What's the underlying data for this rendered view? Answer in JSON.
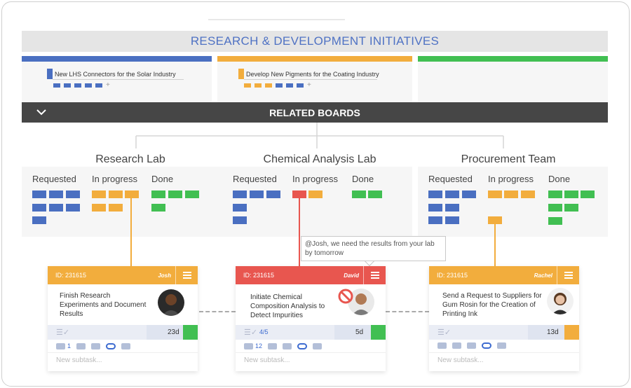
{
  "header": {
    "title": "RESEARCH & DEVELOPMENT INITIATIVES"
  },
  "initiatives": [
    {
      "name": "New LHS Connectors for the Solar Industry",
      "color": "#4a6fc1"
    },
    {
      "name": "Develop New Pigments for the Coating Industry",
      "color": "#f2ad3d"
    },
    {
      "name": "",
      "color": "#41bf52"
    }
  ],
  "related": {
    "title": "RELATED BOARDS",
    "toggle_icon": "chevron-down-icon"
  },
  "boards": [
    {
      "title": "Research Lab",
      "columns": [
        "Requested",
        "In progress",
        "Done"
      ]
    },
    {
      "title": "Chemical Analysis Lab",
      "columns": [
        "Requested",
        "In progress",
        "Done"
      ]
    },
    {
      "title": "Procurement Team",
      "columns": [
        "Requested",
        "In progress",
        "Done"
      ]
    }
  ],
  "tooltip": {
    "text": "@Josh, we need the results from your lab by tomorrow"
  },
  "cards": [
    {
      "id": "ID: 231615",
      "owner": "Josh",
      "color": "#f2ad3d",
      "text": "Finish Research Experiments and Document Results",
      "subtask_count": "",
      "days": "23d",
      "status_color": "#41bf52",
      "comments": "1",
      "subtask_placeholder": "New subtask..."
    },
    {
      "id": "ID: 231615",
      "owner": "David",
      "color": "#e8564f",
      "text": "Initiate Chemical Composition Analysis to Detect Impurities",
      "subtask_count": "4/5",
      "days": "5d",
      "status_color": "#41bf52",
      "comments": "12",
      "subtask_placeholder": "New subtask..."
    },
    {
      "id": "ID: 231615",
      "owner": "Rachel",
      "color": "#f2ad3d",
      "text": "Send a Request to Suppliers for Gum Rosin for the Creation of Printing Ink",
      "subtask_count": "",
      "days": "13d",
      "status_color": "#f2ad3d",
      "comments": "",
      "subtask_placeholder": "New subtask..."
    }
  ]
}
